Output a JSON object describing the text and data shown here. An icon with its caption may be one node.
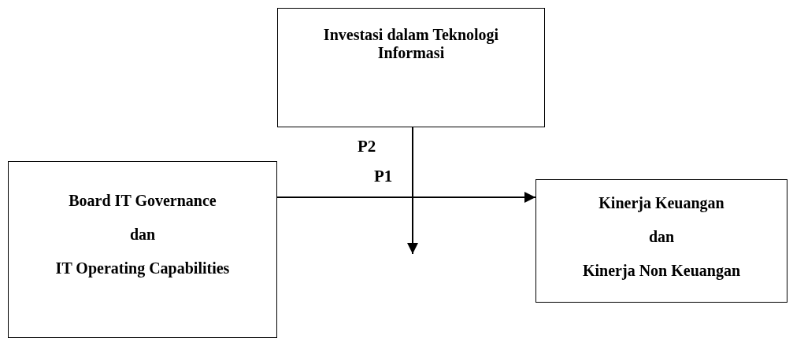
{
  "diagram": {
    "nodes": [
      {
        "text": [
          "Investasi dalam Teknologi Informasi"
        ]
      },
      {
        "text": [
          "Board IT Governance",
          "dan",
          "IT Operating Capabilities"
        ]
      },
      {
        "text": [
          "Kinerja Keuangan",
          "dan",
          "Kinerja Non Keuangan"
        ]
      }
    ],
    "edges": [
      {
        "from": 1,
        "to": 2,
        "arrow": "to",
        "label": "P1"
      },
      {
        "from": 0,
        "to": null,
        "arrow": "to",
        "label": "P2"
      }
    ]
  }
}
